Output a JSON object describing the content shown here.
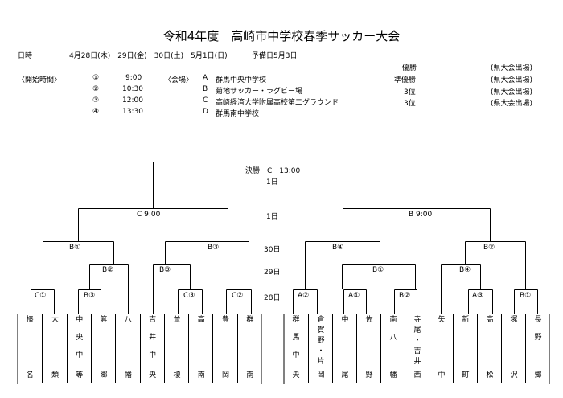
{
  "title": "令和4年度　高崎市中学校春季サッカー大会",
  "dates_label": "日時",
  "dates": "4月28日(木)　29日(金)　30日(土)　5月1日(日)",
  "reserve_day": "予備日5月3日",
  "results": [
    {
      "place": "優勝",
      "note": "(県大会出場)"
    },
    {
      "place": "準優勝",
      "note": "(県大会出場)"
    },
    {
      "place": "3位",
      "note": "(県大会出場)"
    },
    {
      "place": "3位",
      "note": "(県大会出場)"
    }
  ],
  "start_label": "〈開始時間〉",
  "start_times": [
    {
      "num": "①",
      "time": "9:00"
    },
    {
      "num": "②",
      "time": "10:30"
    },
    {
      "num": "③",
      "time": "12:00"
    },
    {
      "num": "④",
      "time": "13:30"
    }
  ],
  "venue_label": "〈会場〉",
  "venues": [
    {
      "code": "A",
      "name": "群馬中央中学校"
    },
    {
      "code": "B",
      "name": "菊地サッカー・ラグビー場"
    },
    {
      "code": "C",
      "name": "高崎経済大学附属高校第二グラウンド"
    },
    {
      "code": "D",
      "name": "群馬南中学校"
    }
  ],
  "final": {
    "label": "決勝　C　13:00",
    "day": "1日"
  },
  "semis": {
    "left": "C 9:00",
    "right": "B 9:00",
    "day": "1日"
  },
  "qf_labels": [
    "B①",
    "B③",
    "B④",
    "B②"
  ],
  "qf_day": "30日",
  "r2_labels": [
    "B②",
    "B③",
    "B①",
    "B④"
  ],
  "r2_day": "29日",
  "r1_labels": [
    "C①",
    "B③",
    "C③",
    "C②",
    "A②",
    "A①",
    "B②",
    "A③",
    "B①"
  ],
  "r1_day": "28日",
  "teams": [
    {
      "top": "榛",
      "mid": [],
      "bottom": "名"
    },
    {
      "top": "大",
      "mid": [],
      "bottom": "類"
    },
    {
      "top": "中",
      "mid": [
        "央",
        "中"
      ],
      "bottom": "等"
    },
    {
      "top": "箕",
      "mid": [],
      "bottom": "郷"
    },
    {
      "top": "八",
      "mid": [],
      "bottom": "幡"
    },
    {
      "top": "吉",
      "mid": [
        "井",
        "中"
      ],
      "bottom": "央"
    },
    {
      "top": "並",
      "mid": [],
      "bottom": "榎"
    },
    {
      "top": "高",
      "mid": [],
      "bottom": "南"
    },
    {
      "top": "豊",
      "mid": [],
      "bottom": "岡"
    },
    {
      "top": "群",
      "mid": [],
      "bottom": "南"
    },
    {
      "top": "群",
      "mid": [
        "馬",
        "中"
      ],
      "bottom": "央"
    },
    {
      "top": "倉",
      "mid": [
        "賀",
        "野",
        "・",
        "片"
      ],
      "bottom": "岡"
    },
    {
      "top": "中",
      "mid": [],
      "bottom": "尾"
    },
    {
      "top": "佐",
      "mid": [],
      "bottom": "野"
    },
    {
      "top": "南",
      "mid": [
        "八"
      ],
      "bottom": "幡"
    },
    {
      "top": "寺",
      "mid": [
        "尾",
        "・",
        "吉",
        "井"
      ],
      "bottom": "西"
    },
    {
      "top": "矢",
      "mid": [],
      "bottom": "中"
    },
    {
      "top": "新",
      "mid": [],
      "bottom": "町"
    },
    {
      "top": "高",
      "mid": [],
      "bottom": "松"
    },
    {
      "top": "塚",
      "mid": [],
      "bottom": "沢"
    },
    {
      "top": "長",
      "mid": [
        "野"
      ],
      "bottom": "郷"
    }
  ]
}
